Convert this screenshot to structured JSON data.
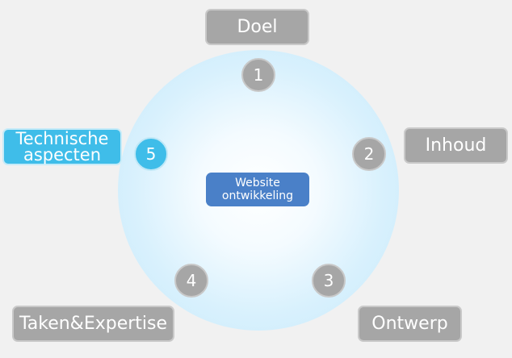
{
  "center": {
    "line1": "Website",
    "line2": "ontwikkeling"
  },
  "steps": [
    {
      "number": "1",
      "label": "Doel"
    },
    {
      "number": "2",
      "label": "Inhoud"
    },
    {
      "number": "3",
      "label": "Ontwerp"
    },
    {
      "number": "4",
      "label": "Taken&Expertise"
    },
    {
      "number": "5",
      "label_line1": "Technische",
      "label_line2": "aspecten"
    }
  ],
  "colors": {
    "background": "#f1f1f1",
    "node_gray": "#a6a6a6",
    "active_blue": "#3fbde9",
    "center_blue": "#4a80c8"
  }
}
